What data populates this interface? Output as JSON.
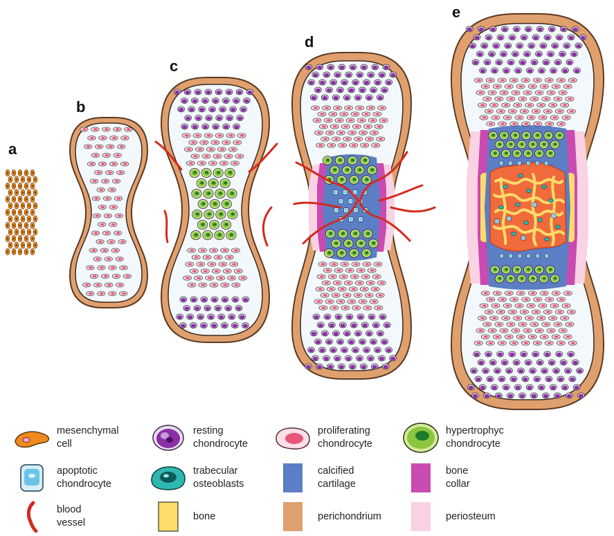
{
  "panels": [
    {
      "id": "a",
      "label": "a"
    },
    {
      "id": "b",
      "label": "b"
    },
    {
      "id": "c",
      "label": "c"
    },
    {
      "id": "d",
      "label": "d"
    },
    {
      "id": "e",
      "label": "e"
    }
  ],
  "legend": [
    {
      "key": "mesenchymal",
      "line1": "mesenchymal",
      "line2": "cell",
      "icon": "mesenchymal-cell-icon"
    },
    {
      "key": "resting",
      "line1": "resting",
      "line2": "chondrocyte",
      "icon": "resting-chondrocyte-icon"
    },
    {
      "key": "proliferating",
      "line1": "proliferating",
      "line2": "chondrocyte",
      "icon": "proliferating-chondrocyte-icon"
    },
    {
      "key": "hypertrophic",
      "line1": "hypertrophyc",
      "line2": "chondrocyte",
      "icon": "hypertrophic-chondrocyte-icon"
    },
    {
      "key": "apoptotic",
      "line1": "apoptotic",
      "line2": "chondrocyte",
      "icon": "apoptotic-chondrocyte-icon"
    },
    {
      "key": "osteoblast",
      "line1": "trabecular",
      "line2": "osteoblasts",
      "icon": "trabecular-osteoblast-icon"
    },
    {
      "key": "calcified",
      "line1": "calcified",
      "line2": "cartilage",
      "icon": "calcified-cartilage-swatch"
    },
    {
      "key": "collar",
      "line1": "bone",
      "line2": "collar",
      "icon": "bone-collar-swatch"
    },
    {
      "key": "vessel",
      "line1": "blood",
      "line2": "vessel",
      "icon": "blood-vessel-icon"
    },
    {
      "key": "bone",
      "line1": "bone",
      "line2": "",
      "icon": "bone-swatch"
    },
    {
      "key": "perichondrium",
      "line1": "perichondrium",
      "line2": "",
      "icon": "perichondrium-swatch"
    },
    {
      "key": "periosteum",
      "line1": "periosteum",
      "line2": "",
      "icon": "periosteum-swatch"
    }
  ],
  "colors": {
    "perichondrium": "#e0a06e",
    "perichondrium_edge": "#5a3a22",
    "cartilage_matrix": "#f2f8fb",
    "resting": "#8a2fa6",
    "proliferating": "#e8567a",
    "hypertrophic": "#8cc63f",
    "hypertrophic_nucleus": "#1e7a2a",
    "apoptotic": "#6cc3e8",
    "osteoblast": "#2fb7b2",
    "calcified": "#5b7ec4",
    "bone_collar": "#c94ab0",
    "bone": "#fcdc6a",
    "periosteum": "#f9d2e4",
    "vessel": "#d42a1e",
    "mesenchymal": "#f08a1c"
  }
}
